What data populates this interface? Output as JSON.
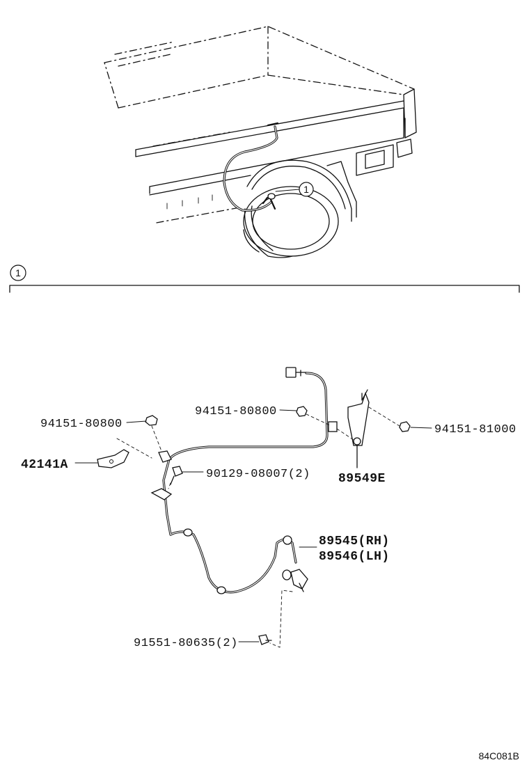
{
  "callout": "1",
  "labels": {
    "nut_left": "94151-80800",
    "nut_mid": "94151-80800",
    "nut_right": "94151-81000",
    "clamp": "42141A",
    "bolt_clamp": "90129-08007(2)",
    "bracket": "89549E",
    "sensor_rh": "89545(RH)",
    "sensor_lh": "89546(LH)",
    "bolt_sensor": "91551-80635(2)"
  },
  "figure_code": "84C081B"
}
